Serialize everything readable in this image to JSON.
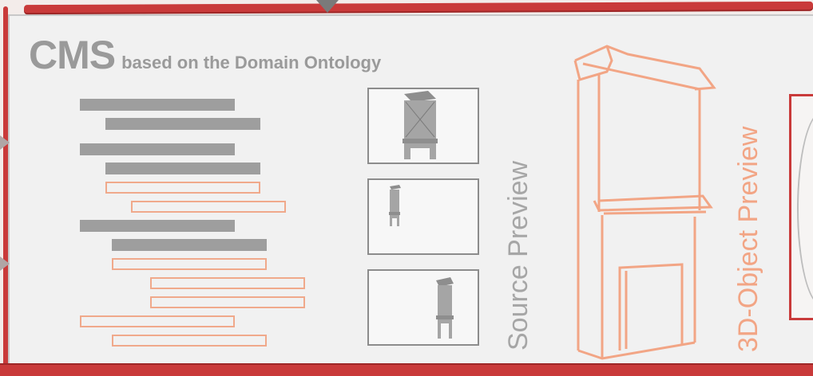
{
  "title": {
    "main": "CMS",
    "sub": "based on the Domain Ontology"
  },
  "labels": {
    "source_preview": "Source Preview",
    "object_preview": "3D-Object Preview"
  },
  "colors": {
    "frame_red": "#c93a3a",
    "bar_gray": "#9e9e9e",
    "outline_orange": "#f0a98b",
    "label_gray": "#a6a6a6",
    "label_orange": "#f2a585"
  },
  "icons": {
    "top_arrow": "triangle-down",
    "side_arrows": "triangle-right",
    "thumbnails": "cabinet-drawing"
  }
}
